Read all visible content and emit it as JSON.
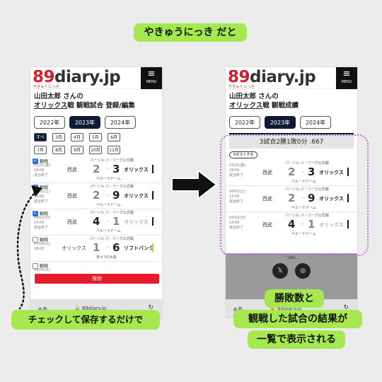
{
  "title": "やきゅうにっき だと",
  "logo": {
    "num": "89",
    "rest": "diary.jp",
    "sub": "やきゅう にっき"
  },
  "menu_label": "MENU",
  "menu_glyph": "≡",
  "left": {
    "heading_line1": "山田太郎 さんの",
    "team": "オリックス",
    "heading_tail": "戦 観戦試合 登録/編集",
    "save_label": "保存"
  },
  "right": {
    "heading_line1": "山田太郎 さんの",
    "team": "オリックス",
    "heading_tail": "戦 観戦成績",
    "summary": "3試合2勝1敗0分 .667",
    "post_label": "Xポストする",
    "sns_label": "SNS"
  },
  "years": [
    "2022年",
    "2023年",
    "2024年"
  ],
  "months_row1": [
    "すべて",
    "3月",
    "4月",
    "5月",
    "6月"
  ],
  "months_row2": [
    "7月",
    "8月",
    "9月",
    "10月",
    "11月"
  ],
  "check_label": "観戦",
  "games": [
    {
      "checked": true,
      "date": "03/31(金)",
      "time": "18:00",
      "status": "試合終了",
      "league": "パーソル パ・リーグ公式戦",
      "home": "西武",
      "hs": "2",
      "as": "3",
      "away": "オリックス",
      "venue": "ベルーナドーム"
    },
    {
      "checked": true,
      "date": "04/01(土)",
      "time": "14:00",
      "status": "試合終了",
      "league": "パーソル パ・リーグ公式戦",
      "home": "西武",
      "hs": "2",
      "as": "9",
      "away": "オリックス",
      "venue": "ベルーナドーム"
    },
    {
      "checked": true,
      "date": "04/02(日)",
      "time": "14:00",
      "status": "試合終了",
      "league": "パーソル パ・リーグ公式戦",
      "home": "西武",
      "hs": "4",
      "as": "1",
      "away": "オリックス",
      "venue": "ベルーナドーム"
    },
    {
      "checked": false,
      "date": "04/04(火)",
      "time": "18:00",
      "status": "",
      "league": "パーソル パ・リーグ公式戦",
      "home": "オリックス",
      "hs": "1",
      "as": "6",
      "away": "ソフトバンク",
      "venue": "京セラD大阪"
    },
    {
      "checked": false,
      "date": "04/05(水)",
      "time": "",
      "status": "",
      "league": "",
      "home": "",
      "hs": "",
      "as": "",
      "away": "",
      "venue": ""
    }
  ],
  "url": {
    "aa": "ぁあ",
    "domain": "89diary.jp",
    "reload": "↻"
  },
  "captions": {
    "left": "チェックして保存するだけで",
    "right1": "勝敗数と",
    "right2": "観戦した試合の結果が",
    "right3": "一覧で表示される"
  },
  "colors": {
    "accent_green": "#a6e84f",
    "brand_red": "#d21f2b",
    "navy": "#0d1b33",
    "dotted_purple": "#b86ee6"
  }
}
